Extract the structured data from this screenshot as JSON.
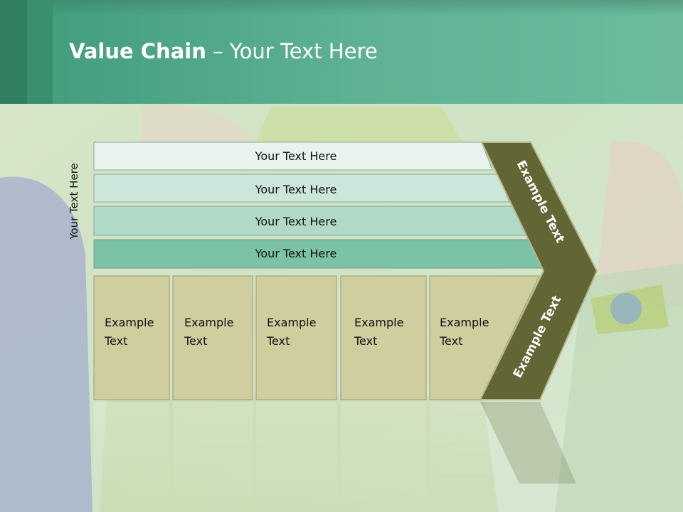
{
  "header": {
    "title_bold": "Value Chain",
    "title_rest": " – Your Text Here"
  },
  "side_label": "Your Text Here",
  "rows": [
    {
      "label": "Your Text Here",
      "color": "#e8f3ee"
    },
    {
      "label": "Your Text Here",
      "color": "#cde6db"
    },
    {
      "label": "Your Text Here",
      "color": "#b0d9c6"
    },
    {
      "label": "Your Text Here",
      "color": "#7cc2a6"
    }
  ],
  "activities": [
    {
      "line1": "Example",
      "line2": "Text"
    },
    {
      "line1": "Example",
      "line2": "Text"
    },
    {
      "line1": "Example",
      "line2": "Text"
    },
    {
      "line1": "Example",
      "line2": "Text"
    },
    {
      "line1": "Example",
      "line2": "Text"
    }
  ],
  "chevron": {
    "top_label": "Example Text",
    "bottom_label": "Example Text",
    "color": "#626534"
  },
  "colors": {
    "header": "#5fb394",
    "activity_fill": "#d0cd9e",
    "activity_border": "#9a9a7a"
  }
}
